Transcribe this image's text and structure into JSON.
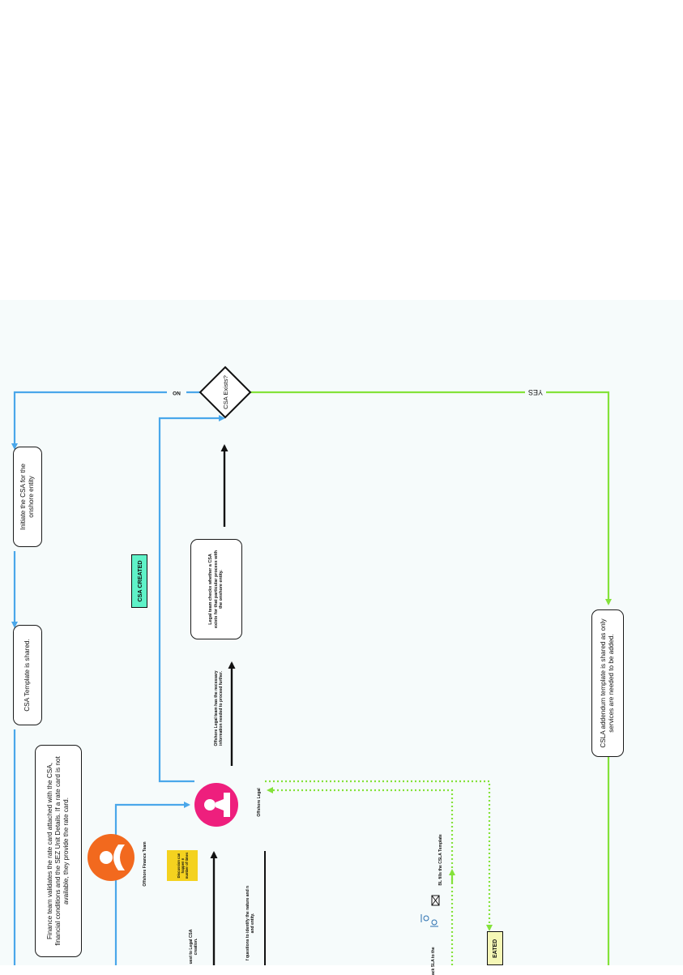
{
  "nodes": {
    "initiate_csa": "Initiate the CSA for the onshore entity",
    "csa_template_shared": "CSA Template is shared.",
    "finance_validates": "Finance team validates the rate card attached with the CSA, financial conditions and the SEZ Unit Details. If a rate card is not available, they provide the rate card.",
    "legal_checks": "Legal team checks whether a CSA exists for that particular process with the onshore entity.",
    "csla_addendum": "CSLA addendum template is shared as only services are needed to be added.",
    "decision": "CSA Exists?"
  },
  "badges": {
    "csa_created": "CSA CREATED",
    "created_partial": "EATED"
  },
  "edge_labels": {
    "no": "NO",
    "yes": "YES"
  },
  "notes": {
    "legal_info": "Offshore Legal team has the necessary information needed to proceed further.",
    "discussion": "Discussion can happen n number of times",
    "request_partial": "uest to Legal CSA creation.",
    "questions_partial": "f questions to identify the nature and n and entity.",
    "bl_fills": "BL fills the CSLA Template",
    "back_partial": "ack SLA to the"
  },
  "actors": {
    "finance_team": "Offshore Finance Team",
    "legal": "Offshore Legal"
  },
  "colors": {
    "blue": "#4aa7ea",
    "green": "#84e23a",
    "orange": "#f2691e",
    "pink": "#ee1f7d",
    "teal": "#5ff2c8",
    "yellow": "#f4d21f",
    "lightyellow": "#f5f7b6"
  },
  "icons": [
    "finance-person-icon",
    "legal-person-icon",
    "people-icon",
    "envelope-icon"
  ]
}
